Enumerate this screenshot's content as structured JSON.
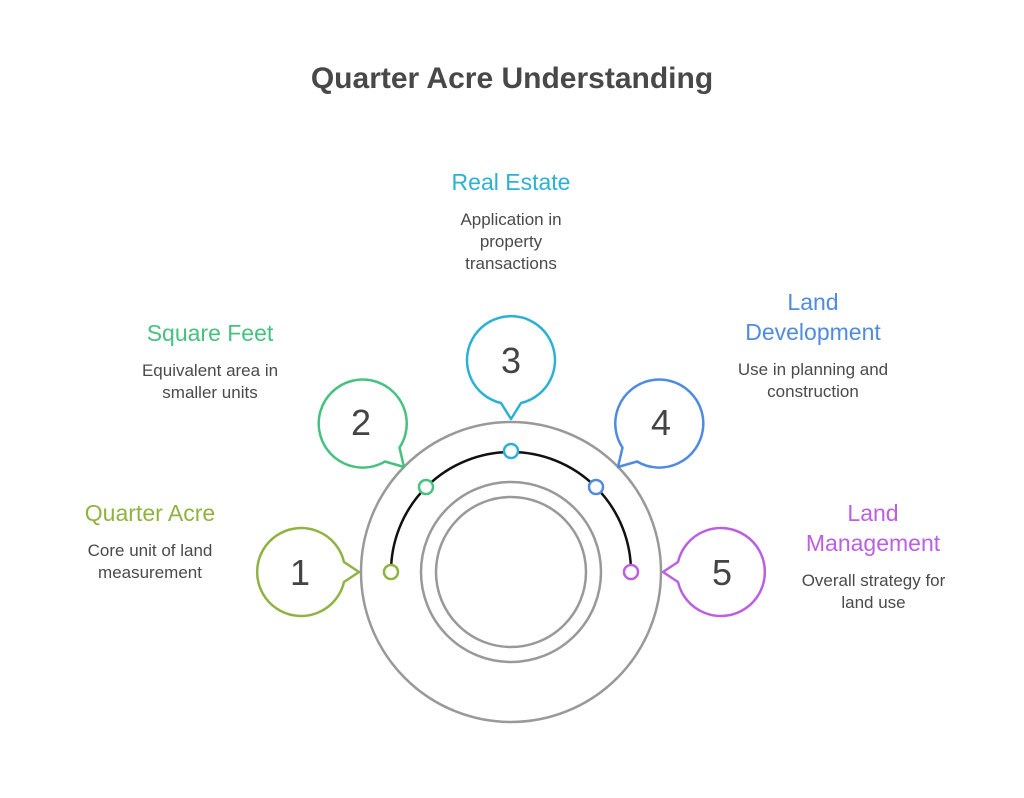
{
  "title": "Quarter Acre Understanding",
  "colors": {
    "step1": "#8fb340",
    "step2": "#46c17f",
    "step3": "#2cb0d6",
    "step4": "#4f8bde",
    "step5": "#bb5fe3",
    "ring": "#999999",
    "arc": "#111111"
  },
  "steps": [
    {
      "number": "1",
      "heading": "Quarter Acre",
      "description": "Core unit of land measurement"
    },
    {
      "number": "2",
      "heading": "Square Feet",
      "description": "Equivalent area in smaller units"
    },
    {
      "number": "3",
      "heading": "Real Estate",
      "description": "Application in property transactions"
    },
    {
      "number": "4",
      "heading": "Land Development",
      "description": "Use in planning and construction"
    },
    {
      "number": "5",
      "heading": "Land Management",
      "description": "Overall strategy for land use"
    }
  ]
}
